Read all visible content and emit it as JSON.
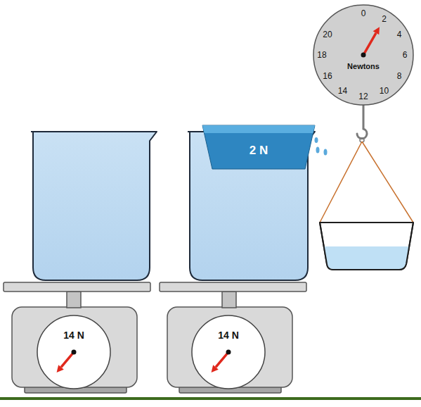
{
  "diagram": {
    "nodes": [
      {
        "text": [
          "0",
          "2",
          "4",
          "6",
          "8",
          "10",
          "12",
          "14",
          "16",
          "18",
          "20",
          "Newtons"
        ]
      },
      {
        "text": [
          "2 N"
        ]
      },
      {
        "text": [
          "14 N"
        ]
      },
      {
        "text": [
          "14 N"
        ]
      }
    ]
  }
}
